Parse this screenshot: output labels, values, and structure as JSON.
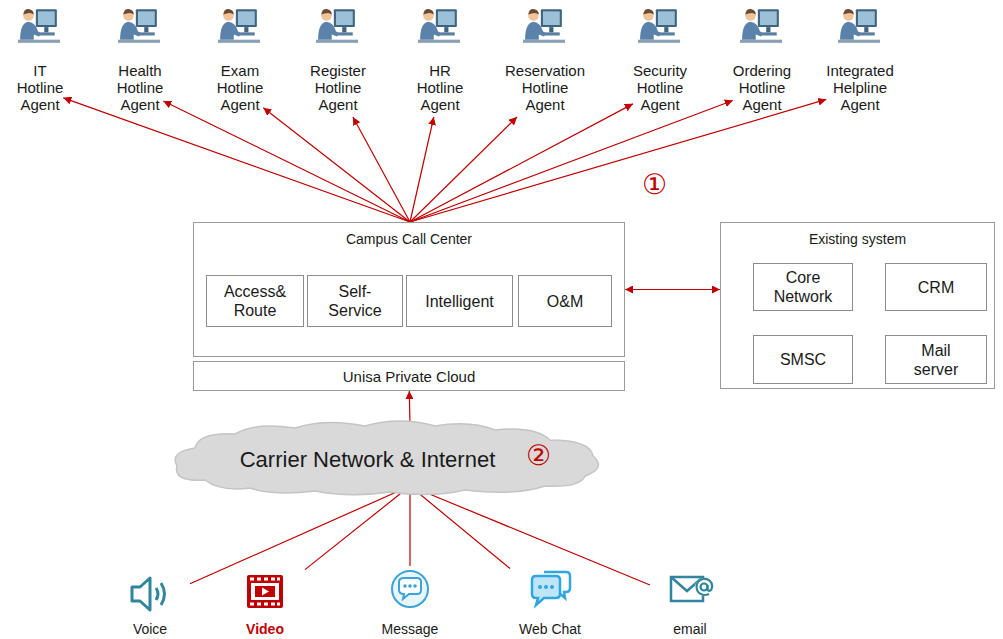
{
  "diagram": {
    "nodes": [
      {
        "text": [
          "IT Hotline Agent"
        ]
      },
      {
        "text": [
          "Health Hotline Agent"
        ]
      },
      {
        "text": [
          "Exam Hotline Agent"
        ]
      },
      {
        "text": [
          "Register Hotline Agent"
        ]
      },
      {
        "text": [
          "HR Hotline Agent"
        ]
      },
      {
        "text": [
          "Reservation Hotline Agent"
        ]
      },
      {
        "text": [
          "Security Hotline Agent"
        ]
      },
      {
        "text": [
          "Ordering Hotline Agent"
        ]
      },
      {
        "text": [
          "Integrated Helpline Agent"
        ]
      },
      {
        "text": [
          "Campus Call Center"
        ]
      },
      {
        "text": [
          "Access& Route"
        ],
        "in": 9
      },
      {
        "text": [
          "Self-Service"
        ],
        "in": 9
      },
      {
        "text": [
          "Intelligent"
        ],
        "in": 9
      },
      {
        "text": [
          "O&M"
        ],
        "in": 9
      },
      {
        "text": [
          "Unisa Private Cloud"
        ]
      },
      {
        "text": [
          "Existing system"
        ]
      },
      {
        "text": [
          "Core Network"
        ],
        "in": 15
      },
      {
        "text": [
          "CRM"
        ],
        "in": 15
      },
      {
        "text": [
          "SMSC"
        ],
        "in": 15
      },
      {
        "text": [
          "Mail server"
        ],
        "in": 15
      },
      {
        "text": [
          "Carrier Network & Internet"
        ]
      },
      {
        "text": [
          "Voice"
        ]
      },
      {
        "text": [
          "Video"
        ]
      },
      {
        "text": [
          "Message"
        ]
      },
      {
        "text": [
          "Web Chat"
        ]
      },
      {
        "text": [
          "email"
        ]
      }
    ],
    "edges": [
      {
        "from": 9,
        "to": 0,
        "arrow": "to"
      },
      {
        "from": 9,
        "to": 1,
        "arrow": "to"
      },
      {
        "from": 9,
        "to": 2,
        "arrow": "to"
      },
      {
        "from": 9,
        "to": 3,
        "arrow": "to"
      },
      {
        "from": 9,
        "to": 4,
        "arrow": "to"
      },
      {
        "from": 9,
        "to": 5,
        "arrow": "to"
      },
      {
        "from": 9,
        "to": 6,
        "arrow": "to"
      },
      {
        "from": 9,
        "to": 7,
        "arrow": "to"
      },
      {
        "from": 9,
        "to": 8,
        "arrow": "to"
      },
      {
        "from": 9,
        "to": 15,
        "arrow": "both"
      },
      {
        "from": 20,
        "to": 14,
        "arrow": "to"
      },
      {
        "from": 21,
        "to": 20,
        "arrow": "to"
      },
      {
        "from": 22,
        "to": 20,
        "arrow": "to"
      },
      {
        "from": 23,
        "to": 20,
        "arrow": "to"
      },
      {
        "from": 24,
        "to": 20,
        "arrow": "to"
      },
      {
        "from": 25,
        "to": 20,
        "arrow": "to"
      }
    ],
    "labels": [
      "①",
      "②"
    ]
  }
}
